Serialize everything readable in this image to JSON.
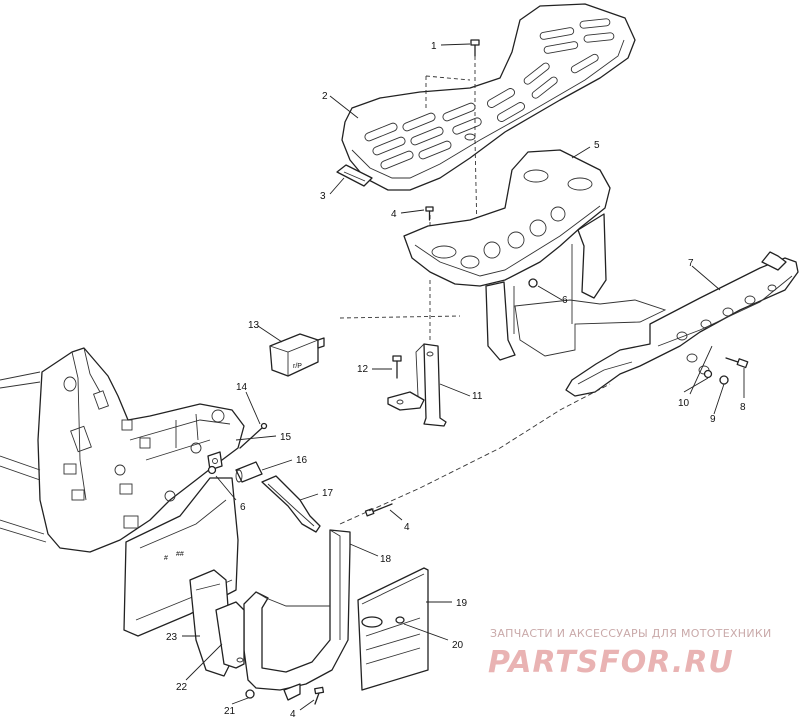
{
  "callouts": [
    {
      "id": "1",
      "text": "1"
    },
    {
      "id": "2",
      "text": "2"
    },
    {
      "id": "3",
      "text": "3"
    },
    {
      "id": "4a",
      "text": "4"
    },
    {
      "id": "5",
      "text": "5"
    },
    {
      "id": "6a",
      "text": "6"
    },
    {
      "id": "7",
      "text": "7"
    },
    {
      "id": "8",
      "text": "8"
    },
    {
      "id": "9",
      "text": "9"
    },
    {
      "id": "10",
      "text": "10"
    },
    {
      "id": "11",
      "text": "11"
    },
    {
      "id": "12",
      "text": "12"
    },
    {
      "id": "13",
      "text": "13"
    },
    {
      "id": "14",
      "text": "14"
    },
    {
      "id": "15",
      "text": "15"
    },
    {
      "id": "16",
      "text": "16"
    },
    {
      "id": "17",
      "text": "17"
    },
    {
      "id": "6b",
      "text": "6"
    },
    {
      "id": "4b",
      "text": "4"
    },
    {
      "id": "18",
      "text": "18"
    },
    {
      "id": "19",
      "text": "19"
    },
    {
      "id": "20",
      "text": "20"
    },
    {
      "id": "23",
      "text": "23"
    },
    {
      "id": "22",
      "text": "22"
    },
    {
      "id": "21",
      "text": "21"
    },
    {
      "id": "4c",
      "text": "4"
    }
  ],
  "watermark": {
    "tagline": "ЗАПЧАСТИ И АКСЕССУАРЫ ДЛЯ МОТОТЕХНИКИ",
    "brand": "PARTSFOR.RU"
  }
}
